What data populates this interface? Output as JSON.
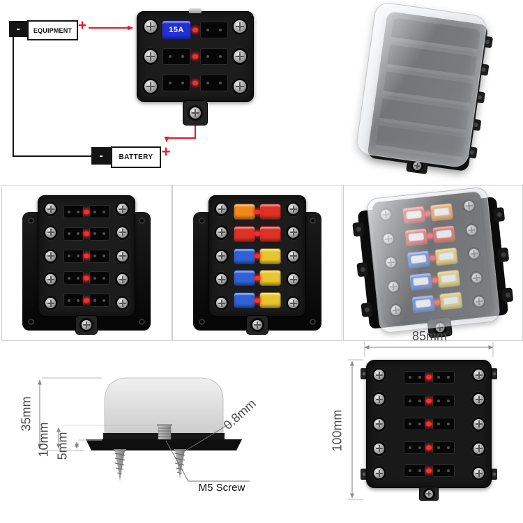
{
  "wiring_diagram": {
    "equipment": {
      "minus": "-",
      "label": "EQUIPMENT",
      "plus": "+"
    },
    "battery": {
      "minus": "-",
      "label": "BATTERY",
      "plus": "+"
    }
  },
  "dimensions": {
    "total_height": "35mm",
    "stud_height": "10mm",
    "base_height": "5mm",
    "screw_pitch": "0.8mm",
    "screw_callout": "M5 Screw",
    "width": "85mm",
    "length": "100mm"
  },
  "colors": {
    "wire_negative": "#1a1a1a",
    "wire_positive": "#e81c2a",
    "led": "#ff2d2d",
    "fuse_label_bg": "#2230d8",
    "fuse_palette": {
      "orange": "#f2871d",
      "red": "#de3226",
      "blue": "#2f62d8",
      "yellow": "#e9c62d"
    }
  },
  "fuseboxes": {
    "mini": {
      "rows": 3,
      "fuse_label": "15A"
    },
    "empty": {
      "rows": 5
    },
    "loaded": {
      "rows": 5,
      "fuses": [
        [
          "orange",
          "red"
        ],
        [
          "red",
          "red"
        ],
        [
          "blue",
          "yellow"
        ],
        [
          "blue",
          "yellow"
        ],
        [
          "blue",
          "yellow"
        ]
      ]
    },
    "covered": {
      "rows": 5,
      "label_chips": true,
      "fuses": [
        [
          "red",
          "orange"
        ],
        [
          "red",
          "red"
        ],
        [
          "blue",
          "yellow"
        ],
        [
          "blue",
          "yellow"
        ],
        [
          "blue",
          "yellow"
        ]
      ]
    }
  }
}
